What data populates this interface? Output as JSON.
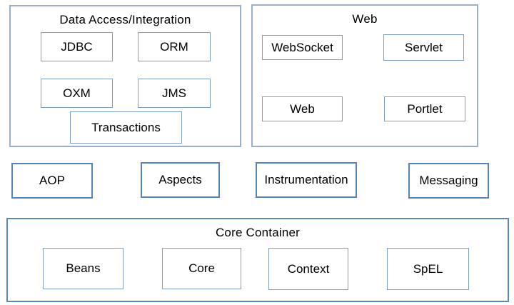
{
  "colors": {
    "group_border": "#9aafce",
    "core_border": "#5e88b4",
    "standalone_border": "#5585b8",
    "module_border": "#7f9fc1",
    "text": "#000000",
    "background": "#ffffff"
  },
  "groups": {
    "data_access": {
      "title": "Data Access/Integration",
      "items": {
        "jdbc": "JDBC",
        "orm": "ORM",
        "oxm": "OXM",
        "jms": "JMS",
        "transactions": "Transactions"
      }
    },
    "web": {
      "title": "Web",
      "items": {
        "websocket": "WebSocket",
        "servlet": "Servlet",
        "web": "Web",
        "portlet": "Portlet"
      }
    },
    "middle_row": {
      "aop": "AOP",
      "aspects": "Aspects",
      "instrumentation": "Instrumentation",
      "messaging": "Messaging"
    },
    "core_container": {
      "title": "Core Container",
      "items": {
        "beans": "Beans",
        "core": "Core",
        "context": "Context",
        "spel": "SpEL"
      }
    }
  }
}
